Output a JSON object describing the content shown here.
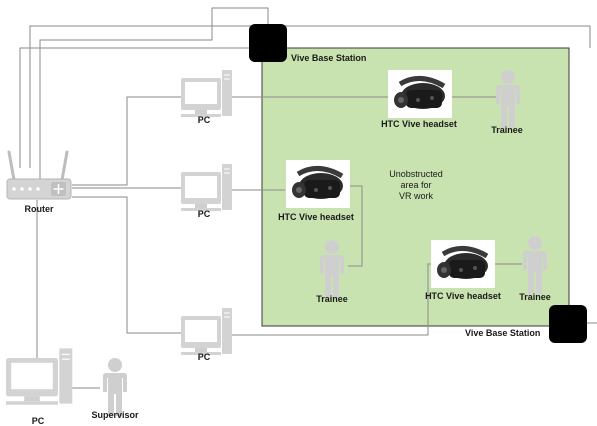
{
  "labels": {
    "base_station_top": "Vive Base Station",
    "base_station_bottom": "Vive Base Station",
    "router": "Router",
    "pc_1": "PC",
    "pc_2": "PC",
    "pc_3": "PC",
    "pc_supervisor": "PC",
    "supervisor": "Supervisor",
    "headset_1": "HTC Vive headset",
    "headset_2": "HTC Vive headset",
    "headset_3": "HTC Vive headset",
    "trainee_1": "Trainee",
    "trainee_2": "Trainee",
    "trainee_3": "Trainee",
    "area_note": [
      "Unobstructed",
      "area for",
      "VR work"
    ]
  },
  "colors": {
    "area_fill": "#c9e3b0",
    "area_border": "#3a3a3a",
    "line": "#8a8a8a",
    "device_gray": "#cfcfcf",
    "base_station": "#000000",
    "headset": "#2b2b2b"
  }
}
